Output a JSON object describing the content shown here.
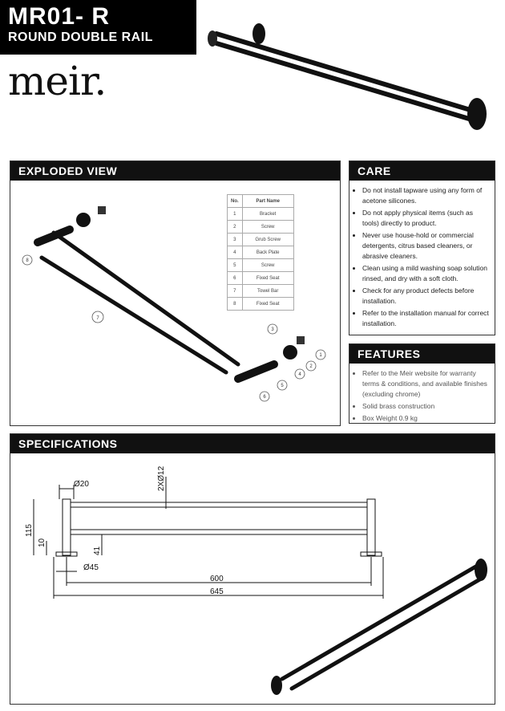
{
  "header": {
    "code": "MR01- R",
    "subtitle": "ROUND DOUBLE RAIL"
  },
  "logo": "meir.",
  "exploded": {
    "title": "EXPLODED VIEW",
    "col_no": "No.",
    "col_name": "Part Name",
    "parts": [
      {
        "no": "1",
        "name": "Bracket"
      },
      {
        "no": "2",
        "name": "Screw"
      },
      {
        "no": "3",
        "name": "Grub Screw"
      },
      {
        "no": "4",
        "name": "Back Plate"
      },
      {
        "no": "5",
        "name": "Screw"
      },
      {
        "no": "6",
        "name": "Fixed Seat"
      },
      {
        "no": "7",
        "name": "Towel Bar"
      },
      {
        "no": "8",
        "name": "Fixed Seat"
      }
    ],
    "callouts": [
      "1",
      "2",
      "3",
      "4",
      "5",
      "6",
      "7",
      "8"
    ]
  },
  "care": {
    "title": "CARE",
    "items": [
      "Do not install tapware using any form of acetone silicones.",
      "Do not apply physical items (such as tools) directly to product.",
      "Never use house-hold or commercial detergents, citrus based cleaners, or abrasive cleaners.",
      "Clean using a mild washing soap solution rinsed, and dry with a soft cloth.",
      "Check for any product defects before installation.",
      "Refer to the installation manual for correct installation."
    ]
  },
  "features": {
    "title": "FEATURES",
    "items": [
      "Refer to the Meir website for warranty terms & conditions, and available finishes (excluding chrome)",
      "Solid brass construction",
      "Box Weight 0.9 kg"
    ]
  },
  "specs": {
    "title": "SPECIFICATIONS",
    "dims": {
      "d20": "Ø20",
      "d12": "2XØ12",
      "h115": "115",
      "h10": "10",
      "h41": "41",
      "d45": "Ø45",
      "w600": "600",
      "w645": "645"
    }
  }
}
